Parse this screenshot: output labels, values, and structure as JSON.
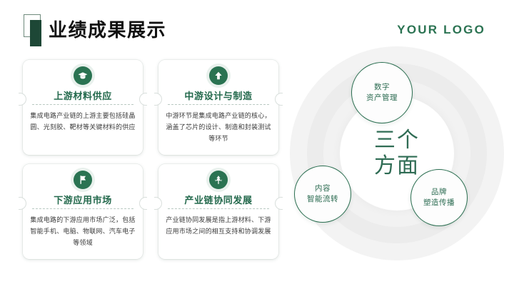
{
  "header": {
    "title": "业绩成果展示",
    "logo": "YOUR LOGO",
    "accent_color": "#2a7352",
    "title_color": "#111111"
  },
  "cards": [
    {
      "icon": "graduation-cap-icon",
      "title": "上游材料供应",
      "body": "集成电路产业链的上游主要包括硅晶圆、光刻胶、靶材等关键材料的供应"
    },
    {
      "icon": "arrow-up-icon",
      "title": "中游设计与制造",
      "body": "中游环节是集成电路产业链的核心，涵盖了芯片的设计、制造和封装测试等环节"
    },
    {
      "icon": "flag-icon",
      "title": "下游应用市场",
      "body": "集成电路的下游应用市场广泛，包括智能手机、电脑、物联网、汽车电子等领域"
    },
    {
      "icon": "tree-icon",
      "title": "产业链协同发展",
      "body": "产业链协同发展是指上游材料、下游应用市场之间的相互支持和协调发展"
    }
  ],
  "diagram": {
    "center_line1": "三个",
    "center_line2": "方面",
    "nodes": [
      {
        "position": "top",
        "line1": "数字",
        "line2": "资产管理"
      },
      {
        "position": "bottom-left",
        "line1": "内容",
        "line2": "智能流转"
      },
      {
        "position": "bottom-right",
        "line1": "品牌",
        "line2": "塑造传播"
      }
    ],
    "node_border_color": "#2a6e50",
    "center_text_color": "#2f6c54"
  }
}
